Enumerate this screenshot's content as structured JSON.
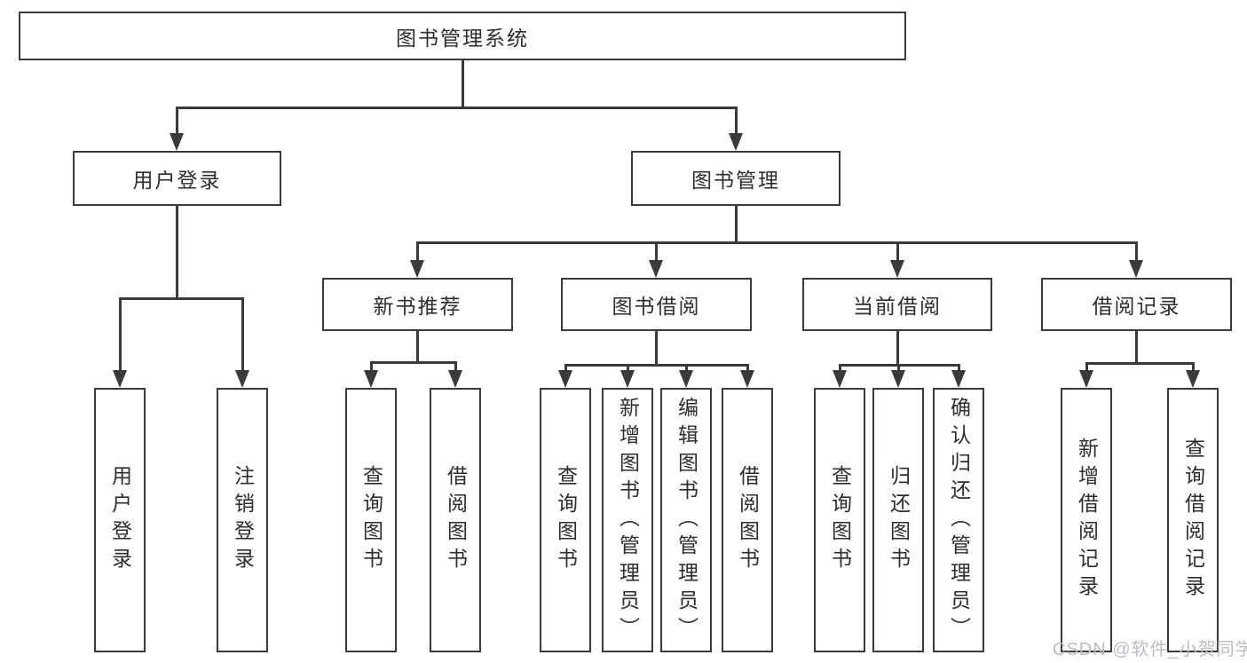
{
  "colors": {
    "line": "#3a3a3a",
    "text": "#2d2d2d",
    "watermark": "#b9bdc2",
    "background": "#ffffff"
  },
  "nodes": {
    "root": "图书管理系统",
    "level2": [
      "用户登录",
      "图书管理"
    ],
    "level3": [
      "新书推荐",
      "图书借阅",
      "当前借阅",
      "借阅记录"
    ],
    "leaves": [
      "用户登录",
      "注销登录",
      "查询图书",
      "借阅图书",
      "查询图书",
      "新增图书（管理员）",
      "编辑图书（管理员）",
      "借阅图书",
      "查询图书",
      "归还图书",
      "确认归还（管理员）",
      "新增借阅记录",
      "查询借阅记录"
    ]
  },
  "watermark": "CSDN @软件_小贺同学"
}
